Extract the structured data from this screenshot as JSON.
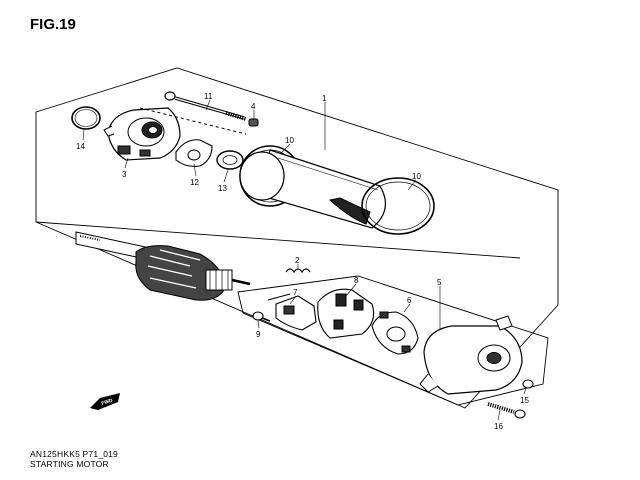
{
  "figure": {
    "title": "FIG.19",
    "drawing_code": "AN125HKK5 P71_019",
    "drawing_name": "STARTING MOTOR"
  },
  "direction_marker": {
    "label": "FWD"
  },
  "callouts": {
    "c1": "1",
    "c2": "2",
    "c3": "3",
    "c4": "4",
    "c5": "5",
    "c6": "6",
    "c7": "7",
    "c8": "8",
    "c9": "9",
    "c10a": "10",
    "c10b": "10",
    "c11": "11",
    "c12": "12",
    "c13": "13",
    "c14": "14",
    "c15": "15",
    "c16": "16"
  }
}
